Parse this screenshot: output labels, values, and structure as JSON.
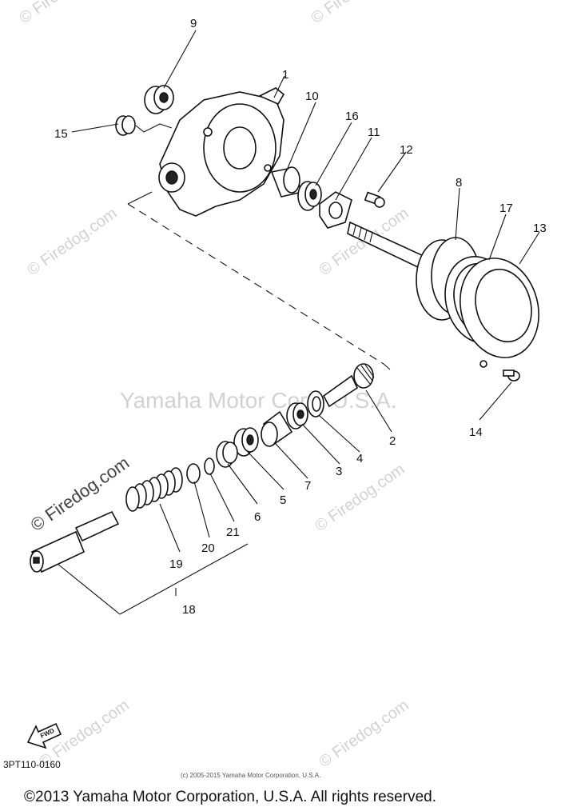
{
  "watermark_center": "Yamaha Motor Corp, U.S.A.",
  "watermark_tile": "© Firedog.com",
  "fwd_label": "FWD",
  "diagram_code": "3PT110-0160",
  "small_copyright": "(c) 2005-2015 Yamaha Motor Corporation, U.S.A.",
  "footer_copyright": "©2013 Yamaha Motor Corporation, U.S.A. All rights reserved.",
  "callouts": {
    "c1": "1",
    "c2": "2",
    "c3": "3",
    "c4": "4",
    "c5": "5",
    "c6": "6",
    "c7": "7",
    "c8": "8",
    "c9": "9",
    "c10": "10",
    "c11": "11",
    "c12": "12",
    "c13": "13",
    "c14": "14",
    "c15": "15",
    "c16": "16",
    "c17": "17",
    "c18": "18",
    "c19": "19",
    "c20": "20",
    "c21": "21"
  }
}
